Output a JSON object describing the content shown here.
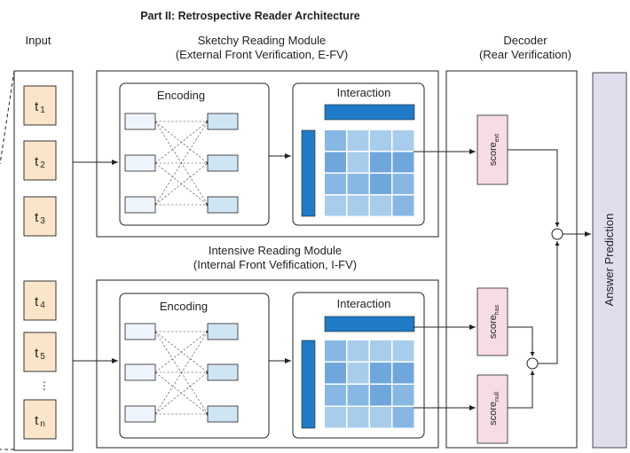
{
  "title": "Part II: Retrospective Reader Architecture",
  "input": {
    "label": "Input",
    "tokens": [
      {
        "base": "t",
        "sub": "1"
      },
      {
        "base": "t",
        "sub": "2"
      },
      {
        "base": "t",
        "sub": "3"
      },
      {
        "base": "t",
        "sub": "4"
      },
      {
        "base": "t",
        "sub": "5"
      },
      {
        "base": "t",
        "sub": "n"
      }
    ],
    "ellipsis": "⋮"
  },
  "sketchy": {
    "title_line1": "Sketchy Reading Module",
    "title_line2": "(External Front Verification, E-FV)",
    "encoding_label": "Encoding",
    "interaction_label": "Interaction"
  },
  "intensive": {
    "title_line1": "Intensive Reading Module",
    "title_line2": "(Internal Front Vefification, I-FV)",
    "encoding_label": "Encoding",
    "interaction_label": "Interaction"
  },
  "decoder": {
    "title_line1": "Decoder",
    "title_line2": "(Rear Verification)",
    "scores": [
      {
        "base": "score",
        "sub": "ext"
      },
      {
        "base": "score",
        "sub": "has"
      },
      {
        "base": "score",
        "sub": "null"
      }
    ]
  },
  "output": {
    "label": "Answer Prediction"
  },
  "colors": {
    "token_fill": "#fbe5c8",
    "encoder_left": "#eef4fb",
    "encoder_right": "#cfe5f4",
    "matrix_dark": "#1f7ac7",
    "score_fill": "#f7dde3",
    "answer_fill": "#e0dded",
    "grid_shades": [
      "#a8cdec",
      "#87b8e3",
      "#6fa7dc"
    ]
  }
}
